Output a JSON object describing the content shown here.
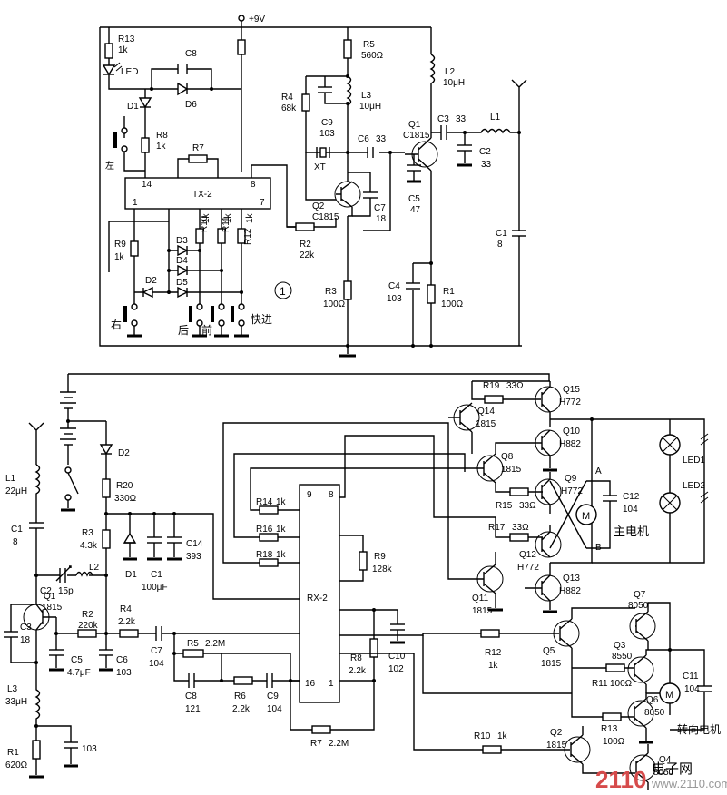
{
  "transmitter": {
    "supply": "+9V",
    "ic": {
      "name": "TX-2",
      "pin14": "14",
      "pin8": "8",
      "pin1": "1",
      "pin7": "7"
    },
    "marker": "1",
    "components": {
      "R13": {
        "ref": "R13",
        "val": "1k"
      },
      "LED": {
        "ref": "LED"
      },
      "C8": {
        "ref": "C8"
      },
      "D6": {
        "ref": "D6"
      },
      "D1": {
        "ref": "D1"
      },
      "R8": {
        "ref": "R8",
        "val": "1k"
      },
      "R7": {
        "ref": "R7"
      },
      "R9": {
        "ref": "R9",
        "val": "1k"
      },
      "D2": {
        "ref": "D2"
      },
      "D3": {
        "ref": "D3"
      },
      "D4": {
        "ref": "D4"
      },
      "D5": {
        "ref": "D5"
      },
      "R10": {
        "ref": "R10",
        "val": "1k"
      },
      "R11": {
        "ref": "R11",
        "val": "1k"
      },
      "R12": {
        "ref": "R12",
        "val": "1k"
      },
      "R5": {
        "ref": "R5",
        "val": "560Ω"
      },
      "R4": {
        "ref": "R4",
        "val": "68k"
      },
      "C9": {
        "ref": "C9",
        "val": "103"
      },
      "L3": {
        "ref": "L3",
        "val": "10μH"
      },
      "XT": {
        "ref": "XT"
      },
      "C6": {
        "ref": "C6",
        "val": "33"
      },
      "Q2": {
        "ref": "Q2",
        "val": "C1815"
      },
      "C7": {
        "ref": "C7",
        "val": "18"
      },
      "R2": {
        "ref": "R2",
        "val": "22k"
      },
      "R3": {
        "ref": "R3",
        "val": "100Ω"
      },
      "L2": {
        "ref": "L2",
        "val": "10μH"
      },
      "Q1": {
        "ref": "Q1",
        "val": "C1815"
      },
      "C3": {
        "ref": "C3",
        "val": "33"
      },
      "L1": {
        "ref": "L1"
      },
      "C2": {
        "ref": "C2",
        "val": "33"
      },
      "C5": {
        "ref": "C5",
        "val": "47"
      },
      "C1": {
        "ref": "C1",
        "val": "8"
      },
      "C4": {
        "ref": "C4",
        "val": "103"
      },
      "R1": {
        "ref": "R1",
        "val": "100Ω"
      }
    },
    "buttons": {
      "left": "左",
      "right": "右",
      "back": "后",
      "front": "前",
      "fast": "快进"
    }
  },
  "receiver": {
    "ic": {
      "name": "RX-2",
      "pin9": "9",
      "pin8": "8",
      "pin16": "16",
      "pin1": "1"
    },
    "components": {
      "L1": {
        "ref": "L1",
        "val": "22μH"
      },
      "C1": {
        "ref": "C1",
        "val": "8"
      },
      "C2": {
        "ref": "C2",
        "val": "15p"
      },
      "L2": {
        "ref": "L2"
      },
      "Q1": {
        "ref": "Q1",
        "val": "1815"
      },
      "R2": {
        "ref": "R2",
        "val": "220k"
      },
      "C3": {
        "ref": "C3",
        "val": "18"
      },
      "C5": {
        "ref": "C5",
        "val": "4.7μF"
      },
      "C6": {
        "ref": "C6",
        "val": "103"
      },
      "L3": {
        "ref": "L3",
        "val": "33μH"
      },
      "R1": {
        "ref": "R1",
        "val": "620Ω"
      },
      "Cg": {
        "val": "103"
      },
      "D2": {
        "ref": "D2"
      },
      "R20": {
        "ref": "R20",
        "val": "330Ω"
      },
      "R3": {
        "ref": "R3",
        "val": "4.3k"
      },
      "D1": {
        "ref": "D1"
      },
      "C1b": {
        "ref": "C1",
        "val": "100μF"
      },
      "C14": {
        "ref": "C14",
        "val": "393"
      },
      "R4": {
        "ref": "R4",
        "val": "2.2k"
      },
      "C7": {
        "ref": "C7",
        "val": "104"
      },
      "R5": {
        "ref": "R5",
        "val": "2.2M"
      },
      "C8": {
        "ref": "C8",
        "val": "121"
      },
      "R6": {
        "ref": "R6",
        "val": "2.2k"
      },
      "C9": {
        "ref": "C9",
        "val": "104"
      },
      "R7": {
        "ref": "R7",
        "val": "2.2M"
      },
      "R8": {
        "ref": "R8",
        "val": "2.2k"
      },
      "C10": {
        "ref": "C10",
        "val": "102"
      },
      "R9": {
        "ref": "R9",
        "val": "128k"
      },
      "R14": {
        "ref": "R14",
        "val": "1k"
      },
      "R16": {
        "ref": "R16",
        "val": "1k"
      },
      "R18": {
        "ref": "R18",
        "val": "1k"
      },
      "R19": {
        "ref": "R19",
        "val": "33Ω"
      },
      "Q15": {
        "ref": "Q15",
        "val": "H772"
      },
      "Q14": {
        "ref": "Q14",
        "val": "1815"
      },
      "Q10": {
        "ref": "Q10",
        "val": "H882"
      },
      "Q8": {
        "ref": "Q8",
        "val": "1815"
      },
      "Q9": {
        "ref": "Q9",
        "val": "H772"
      },
      "R15": {
        "ref": "R15",
        "val": "33Ω"
      },
      "R17": {
        "ref": "R17",
        "val": "33Ω"
      },
      "Q12": {
        "ref": "Q12",
        "val": "H772"
      },
      "Q11": {
        "ref": "Q11",
        "val": "1815"
      },
      "Q13": {
        "ref": "Q13",
        "val": "H882"
      },
      "C12": {
        "ref": "C12",
        "val": "104"
      },
      "LED1": {
        "ref": "LED1"
      },
      "LED2": {
        "ref": "LED2"
      },
      "R12": {
        "ref": "R12",
        "val": "1k"
      },
      "Q5": {
        "ref": "Q5",
        "val": "1815"
      },
      "Q7": {
        "ref": "Q7",
        "val": "8050"
      },
      "Q3": {
        "ref": "Q3",
        "val": "8550"
      },
      "R11": {
        "ref": "R11",
        "val": "100Ω"
      },
      "C11": {
        "ref": "C11",
        "val": "104"
      },
      "Q6": {
        "ref": "Q6",
        "val": "8050"
      },
      "R13": {
        "ref": "R13",
        "val": "100Ω"
      },
      "R10": {
        "ref": "R10",
        "val": "1k"
      },
      "Q2": {
        "ref": "Q2",
        "val": "1815"
      },
      "Q4": {
        "ref": "Q4",
        "val": "8050"
      }
    },
    "motor_symbol": "M",
    "node_a": "A",
    "node_b": "B",
    "main_motor": "主电机",
    "steer_motor": "转向电机"
  },
  "watermark": {
    "brand": "2110",
    "site": "电子网",
    "url": "www.2110.com"
  }
}
